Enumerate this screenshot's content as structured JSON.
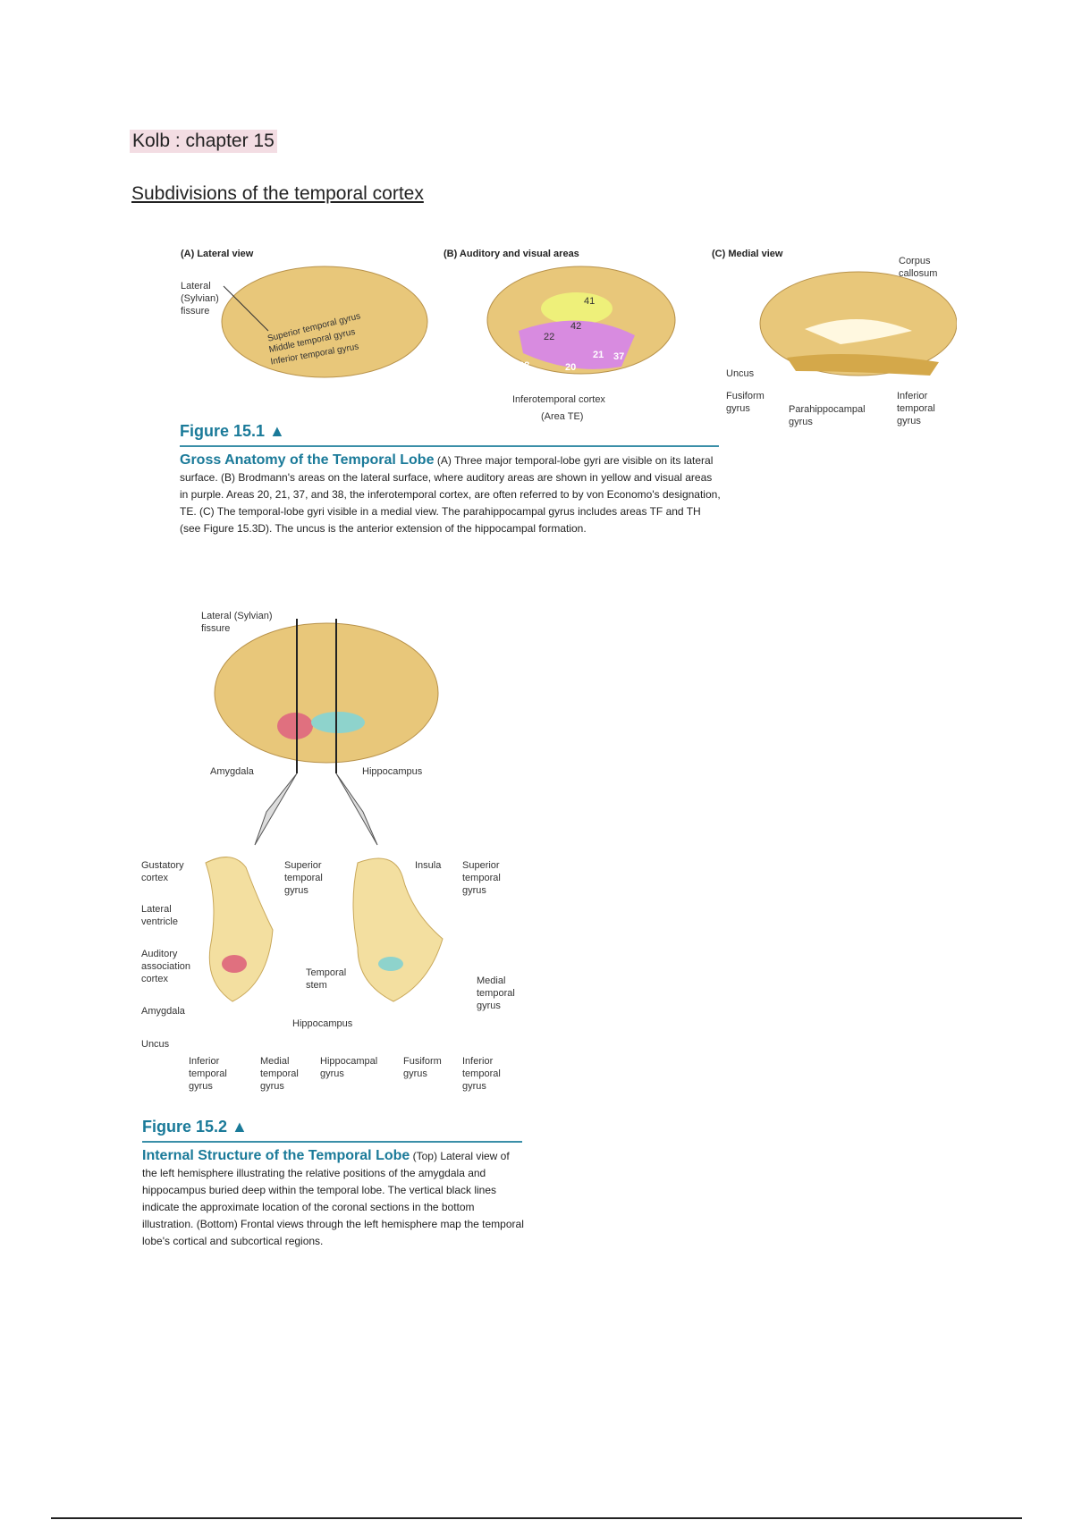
{
  "header": {
    "chapter": "Kolb : chapter 15",
    "subtitle": "Subdivisions of the temporal cortex"
  },
  "fig1": {
    "panel_a": "(A) Lateral view",
    "panel_b": "(B) Auditory and visual areas",
    "panel_c": "(C) Medial view",
    "a_labels": {
      "fissure": "Lateral (Sylvian) fissure",
      "sup": "Superior temporal gyrus",
      "mid": "Middle temporal gyrus",
      "inf": "Inferior temporal gyrus"
    },
    "b_labels": {
      "a41": "41",
      "a42": "42",
      "a22": "22",
      "a38": "38",
      "a20": "20",
      "a21": "21",
      "a37": "37",
      "it": "Inferotemporal cortex",
      "te": "(Area TE)"
    },
    "c_labels": {
      "cc": "Corpus callosum",
      "uncus": "Uncus",
      "fusiform": "Fusiform gyrus",
      "parahip": "Parahippocampal gyrus",
      "inferior": "Inferior temporal gyrus"
    },
    "title": "Figure 15.1 ▲",
    "caption_title": "Gross Anatomy of the Temporal Lobe",
    "caption": "(A) Three major temporal-lobe gyri are visible on its lateral surface. (B) Brodmann's areas on the lateral surface, where auditory areas are shown in yellow and visual areas in purple. Areas 20, 21, 37, and 38, the inferotemporal cortex, are often referred to by von Economo's designation, TE. (C) The temporal-lobe gyri visible in a medial view. The parahippocampal gyrus includes areas TF and TH (see Figure 15.3D). The uncus is the anterior extension of the hippocampal formation."
  },
  "fig2": {
    "top_labels": {
      "fissure": "Lateral (Sylvian) fissure",
      "amygdala": "Amygdala",
      "hippocampus": "Hippocampus"
    },
    "left_labels": {
      "gustatory": "Gustatory cortex",
      "ventricle": "Lateral ventricle",
      "auditory": "Auditory association cortex",
      "amygdala": "Amygdala",
      "uncus": "Uncus",
      "sup": "Superior temporal gyrus",
      "stem": "Temporal stem",
      "hippo": "Hippocampus",
      "itg": "Inferior temporal gyrus",
      "mtg": "Medial temporal gyrus"
    },
    "right_labels": {
      "insula": "Insula",
      "sup": "Superior temporal gyrus",
      "medial": "Medial temporal gyrus",
      "hipgyr": "Hippocampal gyrus",
      "fusiform": "Fusiform gyrus",
      "itg": "Inferior temporal gyrus"
    },
    "title": "Figure 15.2 ▲",
    "caption_title": "Internal Structure of the Temporal Lobe",
    "caption": "(Top) Lateral view of the left hemisphere illustrating the relative positions of the amygdala and hippocampus buried deep within the temporal lobe. The vertical black lines indicate the approximate location of the coronal sections in the bottom illustration. (Bottom) Frontal views through the left hemisphere map the temporal lobe's cortical and subcortical regions."
  },
  "colors": {
    "brain": "#e8c77a",
    "auditory": "#eef07a",
    "visual": "#d88be0",
    "amygdala": "#e0707f",
    "hippocampus": "#8ed3cc",
    "accent": "#1a7a99"
  }
}
